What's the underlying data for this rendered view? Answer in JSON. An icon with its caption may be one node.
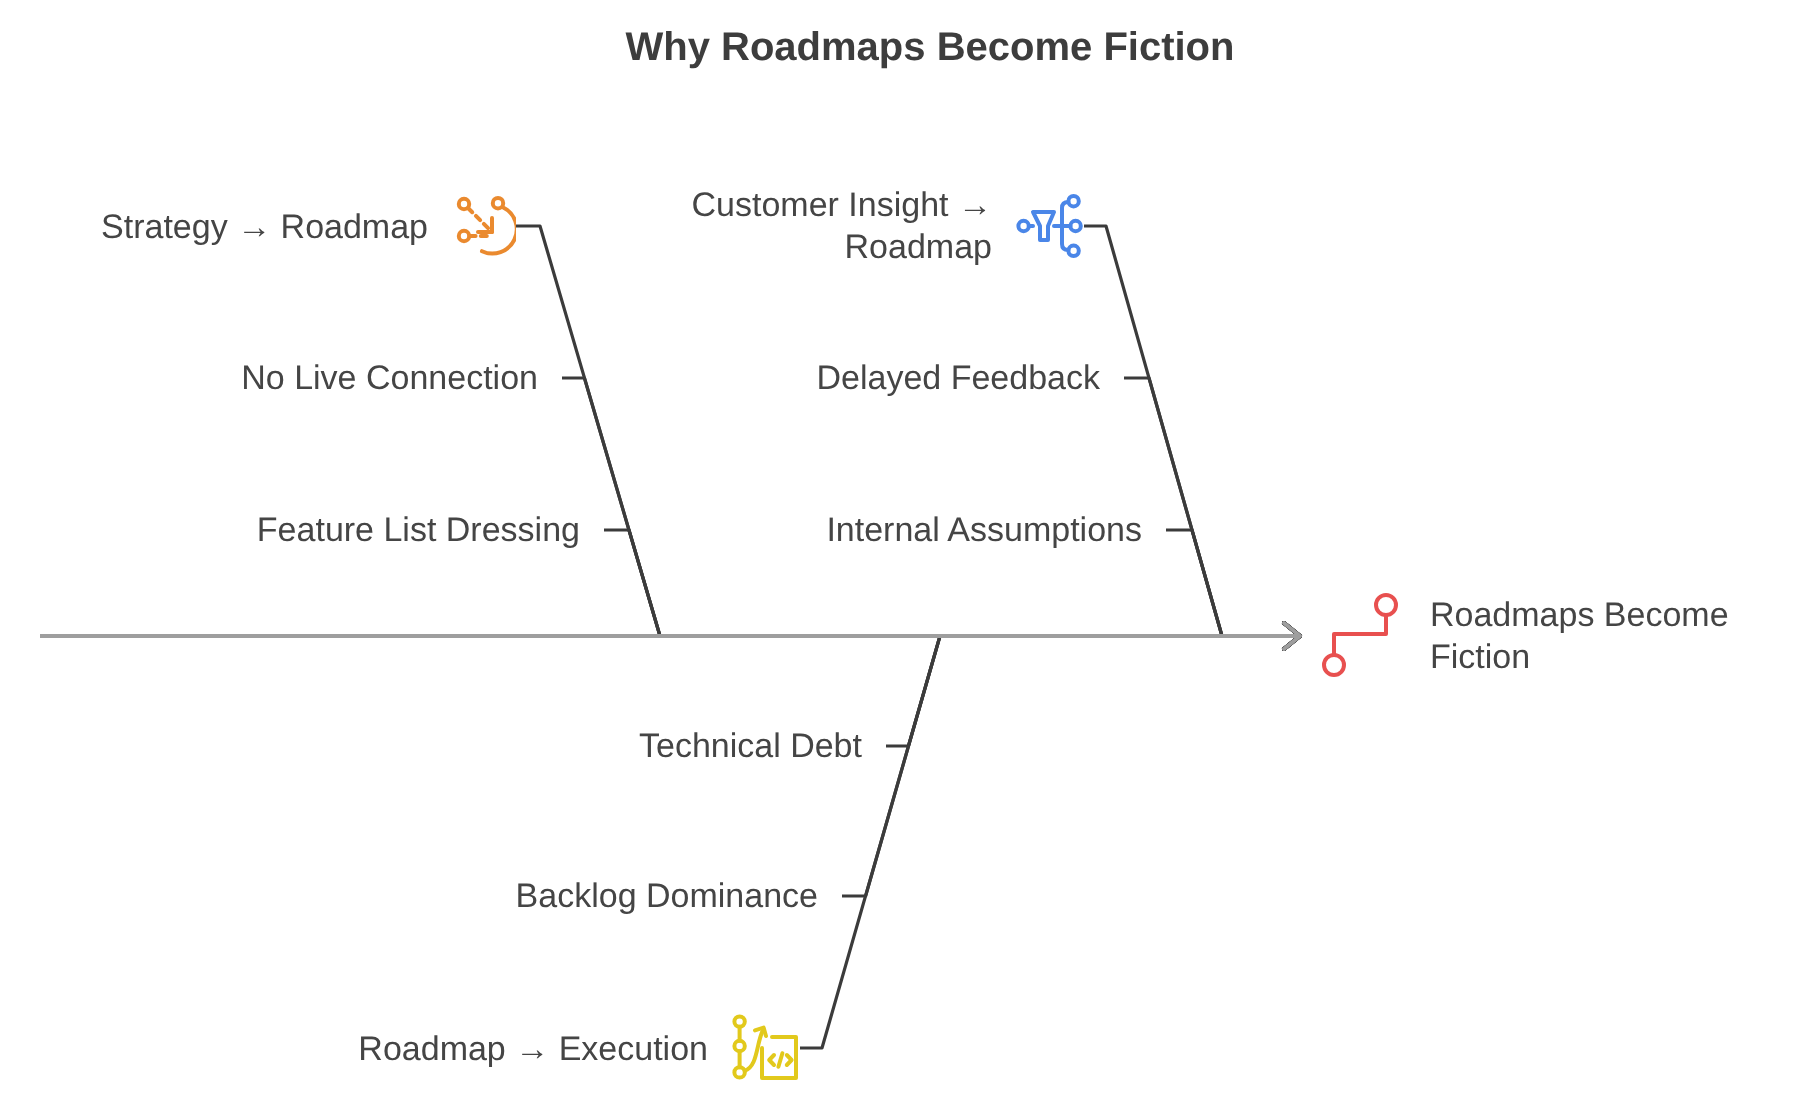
{
  "diagram": {
    "title": "Why Roadmaps Become Fiction",
    "nodes": [
      {
        "text": [
          "Strategy → Roadmap"
        ]
      },
      {
        "text": [
          "No Live Connection"
        ]
      },
      {
        "text": [
          "Feature List Dressing"
        ]
      },
      {
        "text": [
          "Customer Insight → Roadmap"
        ]
      },
      {
        "text": [
          "Delayed Feedback"
        ]
      },
      {
        "text": [
          "Internal Assumptions"
        ]
      },
      {
        "text": [
          "Technical Debt"
        ]
      },
      {
        "text": [
          "Backlog Dominance"
        ]
      },
      {
        "text": [
          "Roadmap → Execution"
        ]
      },
      {
        "text": [
          "Roadmaps Become Fiction"
        ]
      }
    ],
    "edges": [
      {
        "from": 0,
        "to": 9,
        "arrow": "to"
      },
      {
        "from": 1,
        "to": 9,
        "arrow": "to"
      },
      {
        "from": 2,
        "to": 9,
        "arrow": "to"
      },
      {
        "from": 3,
        "to": 9,
        "arrow": "to"
      },
      {
        "from": 4,
        "to": 9,
        "arrow": "to"
      },
      {
        "from": 5,
        "to": 9,
        "arrow": "to"
      },
      {
        "from": 6,
        "to": 9,
        "arrow": "to"
      },
      {
        "from": 7,
        "to": 9,
        "arrow": "to"
      },
      {
        "from": 8,
        "to": 9,
        "arrow": "to"
      },
      {
        "from": null,
        "to": 9,
        "arrow": "to",
        "color": "#9e9e9e"
      }
    ]
  }
}
